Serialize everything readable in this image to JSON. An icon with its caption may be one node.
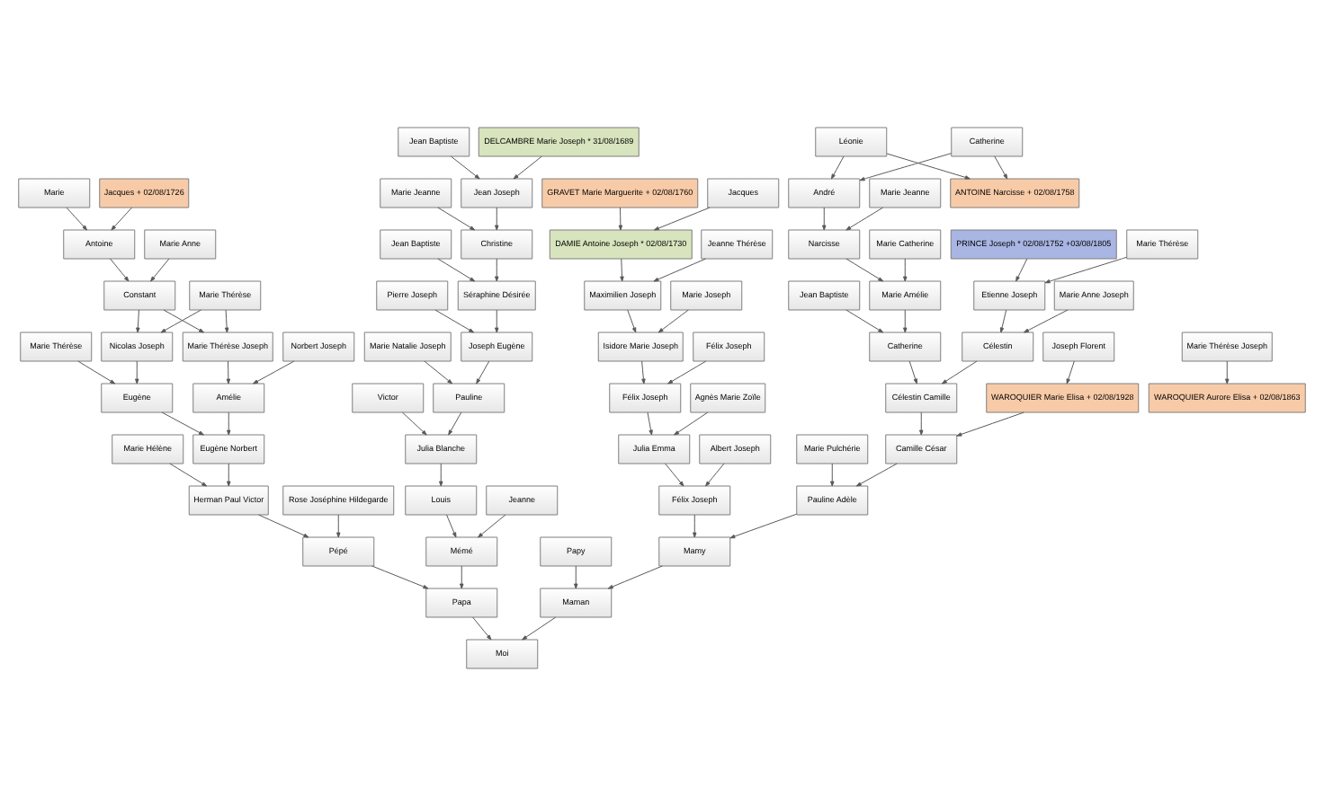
{
  "diagram": {
    "nodes": [
      {
        "text": [
          "Jean Baptiste"
        ]
      },
      {
        "text": [
          "DELCAMBRE Marie Joseph * 31/08/1689"
        ]
      },
      {
        "text": [
          "Léonie"
        ]
      },
      {
        "text": [
          "Catherine"
        ]
      },
      {
        "text": [
          "Jacques + 02/08/1726"
        ]
      },
      {
        "text": [
          "Marie"
        ]
      },
      {
        "text": [
          "Jean Joseph"
        ]
      },
      {
        "text": [
          "Marie Jeanne"
        ]
      },
      {
        "text": [
          "Jacques"
        ]
      },
      {
        "text": [
          "GRAVET Marie Marguerite + 02/08/1760"
        ]
      },
      {
        "text": [
          "ANTOINE Narcisse + 02/08/1758"
        ]
      },
      {
        "text": [
          "André"
        ]
      },
      {
        "text": [
          "Marie Jeanne"
        ]
      },
      {
        "text": [
          "Antoine"
        ]
      },
      {
        "text": [
          "Marie Anne"
        ]
      },
      {
        "text": [
          "Jean Baptiste"
        ]
      },
      {
        "text": [
          "Christine"
        ]
      },
      {
        "text": [
          "DAMIE Antoine Joseph * 02/08/1730"
        ]
      },
      {
        "text": [
          "Jeanne Thérèse"
        ]
      },
      {
        "text": [
          "PRINCE Joseph * 02/08/1752 +03/08/1805"
        ]
      },
      {
        "text": [
          "Marie Thérèse"
        ]
      },
      {
        "text": [
          "Narcisse"
        ]
      },
      {
        "text": [
          "Marie Catherine"
        ]
      },
      {
        "text": [
          "Constant"
        ]
      },
      {
        "text": [
          "Marie Thérèse"
        ]
      },
      {
        "text": [
          "Pierre Joseph"
        ]
      },
      {
        "text": [
          "Séraphine Désirée"
        ]
      },
      {
        "text": [
          "Maximilien Joseph"
        ]
      },
      {
        "text": [
          "Marie Joseph"
        ]
      },
      {
        "text": [
          "Etienne Joseph"
        ]
      },
      {
        "text": [
          "Marie Anne Joseph"
        ]
      },
      {
        "text": [
          "Jean Baptiste"
        ]
      },
      {
        "text": [
          "Marie Amélie"
        ]
      },
      {
        "text": [
          "Nicolas Joseph"
        ]
      },
      {
        "text": [
          "Marie Thérèse"
        ]
      },
      {
        "text": [
          "Norbert Joseph"
        ]
      },
      {
        "text": [
          "Marie Thérèse Joseph"
        ]
      },
      {
        "text": [
          "Joseph Eugène"
        ]
      },
      {
        "text": [
          "Marie Natalie Joseph"
        ]
      },
      {
        "text": [
          "Félix Joseph"
        ]
      },
      {
        "text": [
          "Isidore Marie Joseph"
        ]
      },
      {
        "text": [
          "Célestin"
        ]
      },
      {
        "text": [
          "Catherine"
        ]
      },
      {
        "text": [
          "Joseph Florent"
        ]
      },
      {
        "text": [
          "Marie Thérèse Joseph"
        ]
      },
      {
        "text": [
          "Eugène"
        ]
      },
      {
        "text": [
          "Amélie"
        ]
      },
      {
        "text": [
          "Victor"
        ]
      },
      {
        "text": [
          "Pauline"
        ]
      },
      {
        "text": [
          "Félix Joseph"
        ]
      },
      {
        "text": [
          "Agnès Marie Zoïle"
        ]
      },
      {
        "text": [
          "Célestin Camille"
        ]
      },
      {
        "text": [
          "WAROQUIER Marie Elisa + 02/08/1928"
        ]
      },
      {
        "text": [
          "WAROQUIER Aurore Elisa + 02/08/1863"
        ]
      },
      {
        "text": [
          "Eugène Norbert"
        ]
      },
      {
        "text": [
          "Marie Hélène"
        ]
      },
      {
        "text": [
          "Julia Blanche"
        ]
      },
      {
        "text": [
          "Albert Joseph"
        ]
      },
      {
        "text": [
          "Julia Emma"
        ]
      },
      {
        "text": [
          "Camille César"
        ]
      },
      {
        "text": [
          "Marie Pulchérie"
        ]
      },
      {
        "text": [
          "Herman Paul Victor"
        ]
      },
      {
        "text": [
          "Rose Joséphine Hildegarde"
        ]
      },
      {
        "text": [
          "Louis"
        ]
      },
      {
        "text": [
          "Jeanne"
        ]
      },
      {
        "text": [
          "Félix Joseph"
        ]
      },
      {
        "text": [
          "Pauline Adèle"
        ]
      },
      {
        "text": [
          "Pépé"
        ]
      },
      {
        "text": [
          "Mémé"
        ]
      },
      {
        "text": [
          "Papy"
        ]
      },
      {
        "text": [
          "Mamy"
        ]
      },
      {
        "text": [
          "Papa"
        ]
      },
      {
        "text": [
          "Maman"
        ]
      },
      {
        "text": [
          "Moi"
        ]
      }
    ],
    "edges": [
      {
        "from": 0,
        "to": 6,
        "arrow": "to"
      },
      {
        "from": 1,
        "to": 6,
        "arrow": "to"
      },
      {
        "from": 2,
        "to": 10,
        "arrow": "to"
      },
      {
        "from": 2,
        "to": 11,
        "arrow": "to"
      },
      {
        "from": 3,
        "to": 10,
        "arrow": "to"
      },
      {
        "from": 3,
        "to": 11,
        "arrow": "to"
      },
      {
        "from": 4,
        "to": 13,
        "arrow": "to"
      },
      {
        "from": 5,
        "to": 13,
        "arrow": "to"
      },
      {
        "from": 6,
        "to": 16,
        "arrow": "to"
      },
      {
        "from": 7,
        "to": 16,
        "arrow": "to"
      },
      {
        "from": 8,
        "to": 17,
        "arrow": "to"
      },
      {
        "from": 9,
        "to": 17,
        "arrow": "to"
      },
      {
        "from": 11,
        "to": 21,
        "arrow": "to"
      },
      {
        "from": 12,
        "to": 21,
        "arrow": "to"
      },
      {
        "from": 13,
        "to": 23,
        "arrow": "to"
      },
      {
        "from": 14,
        "to": 23,
        "arrow": "to"
      },
      {
        "from": 15,
        "to": 26,
        "arrow": "to"
      },
      {
        "from": 16,
        "to": 26,
        "arrow": "to"
      },
      {
        "from": 17,
        "to": 27,
        "arrow": "to"
      },
      {
        "from": 18,
        "to": 27,
        "arrow": "to"
      },
      {
        "from": 19,
        "to": 29,
        "arrow": "to"
      },
      {
        "from": 20,
        "to": 29,
        "arrow": "to"
      },
      {
        "from": 21,
        "to": 32,
        "arrow": "to"
      },
      {
        "from": 22,
        "to": 32,
        "arrow": "to"
      },
      {
        "from": 23,
        "to": 33,
        "arrow": "to"
      },
      {
        "from": 23,
        "to": 36,
        "arrow": "to"
      },
      {
        "from": 24,
        "to": 33,
        "arrow": "to"
      },
      {
        "from": 24,
        "to": 36,
        "arrow": "to"
      },
      {
        "from": 25,
        "to": 37,
        "arrow": "to"
      },
      {
        "from": 26,
        "to": 37,
        "arrow": "to"
      },
      {
        "from": 27,
        "to": 40,
        "arrow": "to"
      },
      {
        "from": 28,
        "to": 40,
        "arrow": "to"
      },
      {
        "from": 29,
        "to": 41,
        "arrow": "to"
      },
      {
        "from": 30,
        "to": 41,
        "arrow": "to"
      },
      {
        "from": 31,
        "to": 42,
        "arrow": "to"
      },
      {
        "from": 32,
        "to": 42,
        "arrow": "to"
      },
      {
        "from": 43,
        "to": 52,
        "arrow": "to"
      },
      {
        "from": 44,
        "to": 53,
        "arrow": "to"
      },
      {
        "from": 33,
        "to": 45,
        "arrow": "to"
      },
      {
        "from": 34,
        "to": 45,
        "arrow": "to"
      },
      {
        "from": 35,
        "to": 46,
        "arrow": "to"
      },
      {
        "from": 36,
        "to": 46,
        "arrow": "to"
      },
      {
        "from": 37,
        "to": 48,
        "arrow": "to"
      },
      {
        "from": 38,
        "to": 48,
        "arrow": "to"
      },
      {
        "from": 39,
        "to": 49,
        "arrow": "to"
      },
      {
        "from": 40,
        "to": 49,
        "arrow": "to"
      },
      {
        "from": 41,
        "to": 51,
        "arrow": "to"
      },
      {
        "from": 42,
        "to": 51,
        "arrow": "to"
      },
      {
        "from": 45,
        "to": 54,
        "arrow": "to"
      },
      {
        "from": 46,
        "to": 54,
        "arrow": "to"
      },
      {
        "from": 47,
        "to": 56,
        "arrow": "to"
      },
      {
        "from": 48,
        "to": 56,
        "arrow": "to"
      },
      {
        "from": 49,
        "to": 58,
        "arrow": "to"
      },
      {
        "from": 50,
        "to": 58,
        "arrow": "to"
      },
      {
        "from": 51,
        "to": 59,
        "arrow": "to"
      },
      {
        "from": 52,
        "to": 59,
        "arrow": "to"
      },
      {
        "from": 54,
        "to": 61,
        "arrow": "to"
      },
      {
        "from": 55,
        "to": 61,
        "arrow": "to"
      },
      {
        "from": 56,
        "to": 63,
        "arrow": "to"
      },
      {
        "from": 57,
        "to": 65,
        "arrow": "to"
      },
      {
        "from": 58,
        "to": 65,
        "arrow": "to"
      },
      {
        "from": 59,
        "to": 66,
        "arrow": "to"
      },
      {
        "from": 60,
        "to": 66,
        "arrow": "to"
      },
      {
        "from": 61,
        "to": 67,
        "arrow": "to"
      },
      {
        "from": 62,
        "to": 67,
        "arrow": "to"
      },
      {
        "from": 63,
        "to": 68,
        "arrow": "to"
      },
      {
        "from": 64,
        "to": 68,
        "arrow": "to"
      },
      {
        "from": 65,
        "to": 70,
        "arrow": "to"
      },
      {
        "from": 66,
        "to": 70,
        "arrow": "to"
      },
      {
        "from": 67,
        "to": 71,
        "arrow": "to"
      },
      {
        "from": 68,
        "to": 71,
        "arrow": "to"
      },
      {
        "from": 69,
        "to": 72,
        "arrow": "to"
      },
      {
        "from": 70,
        "to": 72,
        "arrow": "to"
      },
      {
        "from": 71,
        "to": 73,
        "arrow": "to"
      },
      {
        "from": 72,
        "to": 73,
        "arrow": "to"
      }
    ]
  }
}
